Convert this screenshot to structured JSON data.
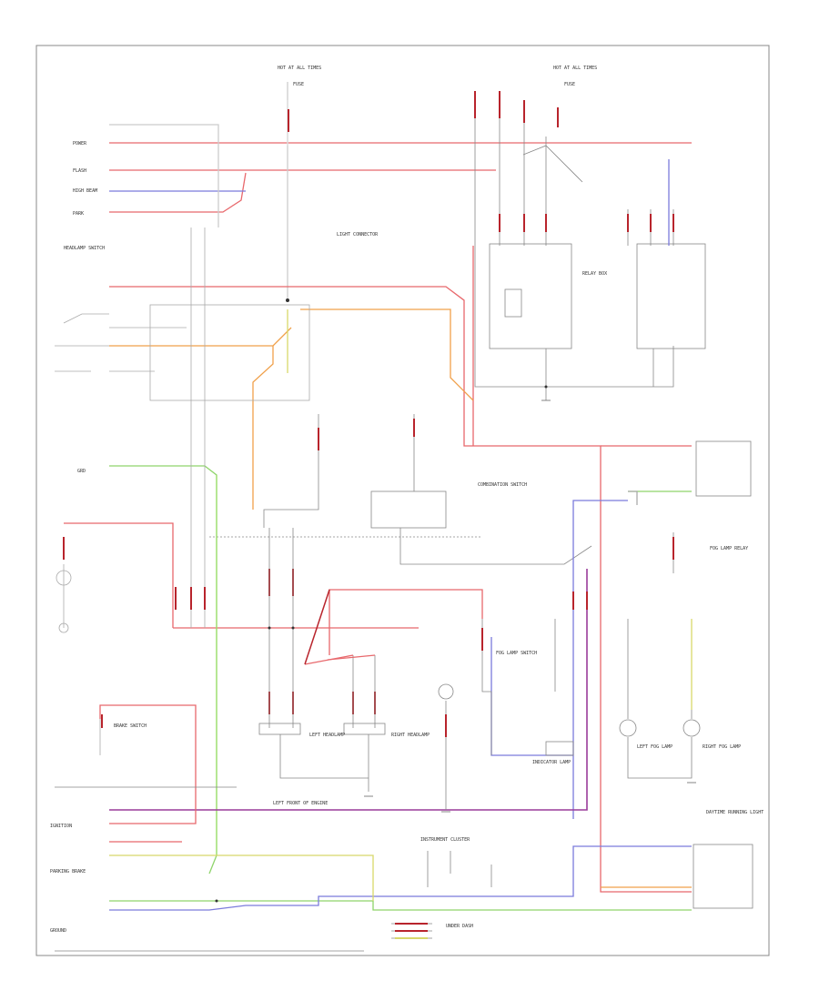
{
  "diagram": {
    "type": "automotive-wiring-schematic",
    "colors": {
      "red": "#e8686c",
      "dark_red": "#b8242c",
      "pink": "#e9a3a7",
      "orange": "#f0a04a",
      "green": "#8fd46b",
      "yellow": "#d8d86a",
      "blue": "#7b7bdc",
      "purple": "#9a3c9a",
      "black": "#555555",
      "gray": "#aaaaaa",
      "frame": "#888888"
    },
    "labels": {
      "hot_all_times_1": "HOT AT ALL TIMES",
      "hot_all_times_2": "HOT AT ALL TIMES",
      "fuse_1": "FUSE",
      "fuse_2": "FUSE",
      "headlamp_switch": "HEADLAMP SWITCH",
      "power": "POWER",
      "flash": "FLASH",
      "park": "PARK",
      "high_beam": "HIGH BEAM",
      "grd": "GRD",
      "light_connector": "LIGHT CONNECTOR",
      "combination_switch": "COMBINATION SWITCH",
      "left_headlamp": "LEFT HEADLAMP",
      "right_headlamp": "RIGHT HEADLAMP",
      "left_front_of_engine": "LEFT FRONT OF ENGINE",
      "fog_lamp_relay": "FOG LAMP RELAY",
      "left_fog_lamp": "LEFT FOG LAMP",
      "right_fog_lamp": "RIGHT FOG LAMP",
      "fog_lamp_switch": "FOG LAMP SWITCH",
      "indicator_lamp": "INDICATOR LAMP",
      "instrument_cluster": "INSTRUMENT CLUSTER",
      "relay_box": "RELAY BOX",
      "daytime_running_light": "DAYTIME RUNNING LIGHT",
      "brake_switch": "BRAKE SWITCH",
      "ignition": "IGNITION",
      "parking_brake": "PARKING BRAKE",
      "ground": "GROUND",
      "under_dash": "UNDER DASH"
    }
  }
}
